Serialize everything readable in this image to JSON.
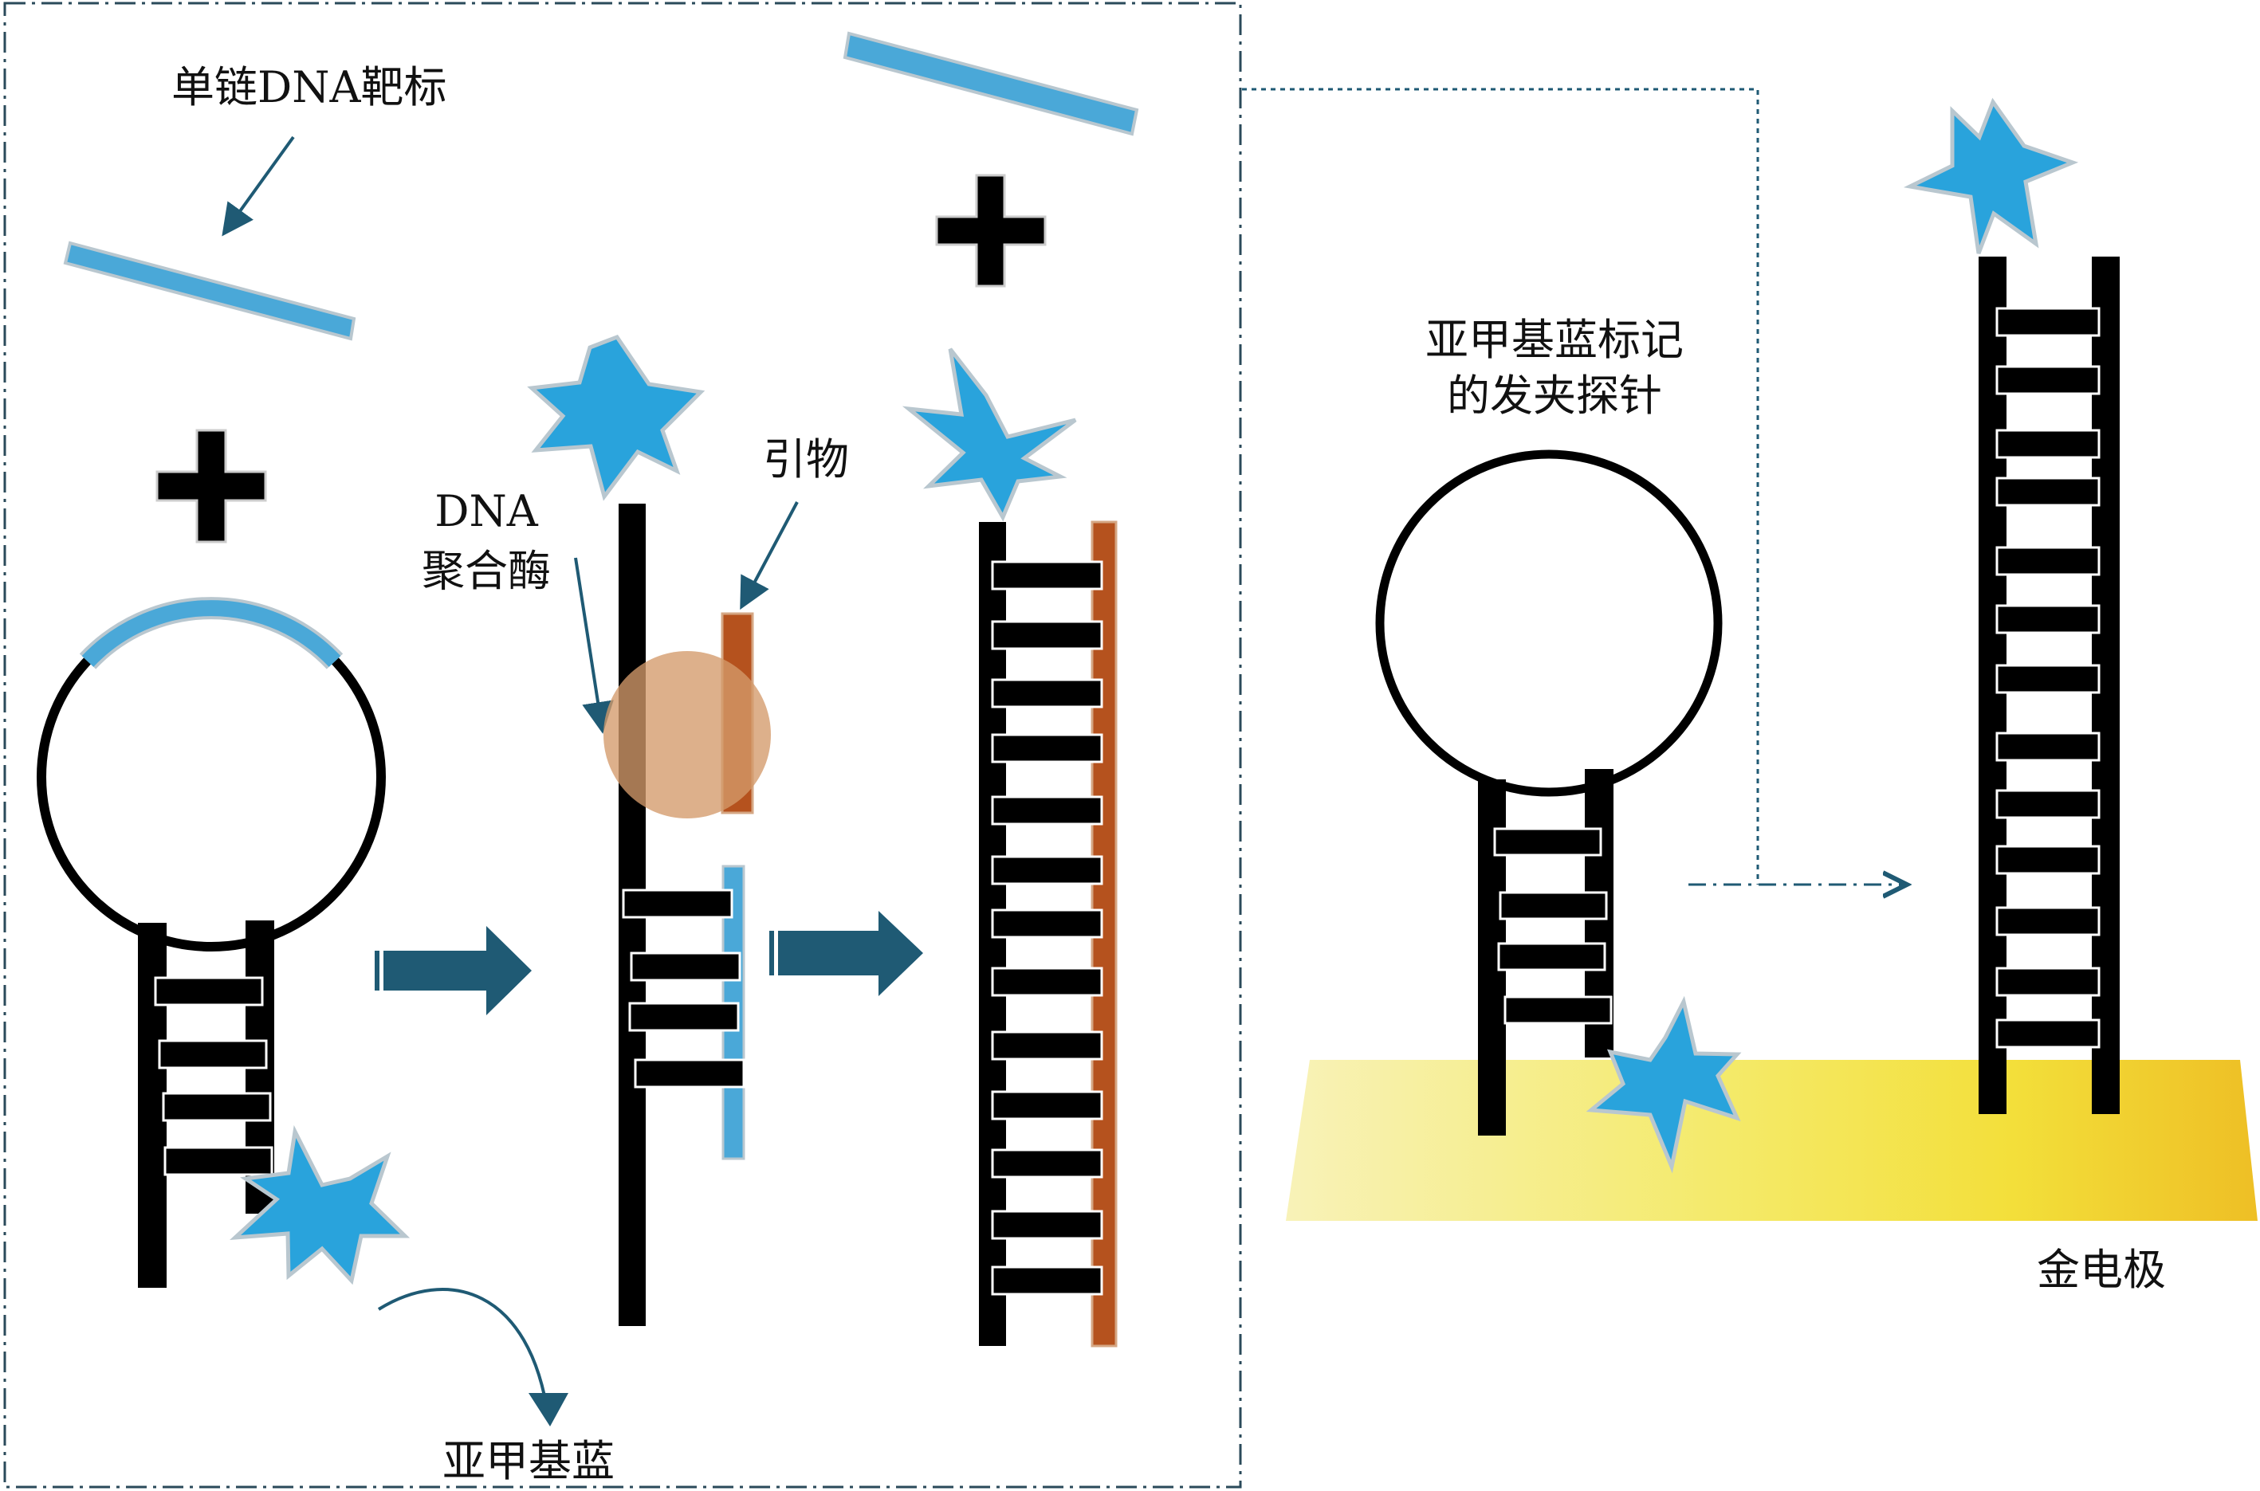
{
  "labels": {
    "ssdna_target": "单链DNA靶标",
    "dna_polymerase_line1": "DNA",
    "dna_polymerase_line2": "聚合酶",
    "primer": "引物",
    "methylene_blue": "亚甲基蓝",
    "hairpin_probe_line1": "亚甲基蓝标记",
    "hairpin_probe_line2": "的发夹探针",
    "gold_electrode": "金电极"
  },
  "colors": {
    "target_strand": "#4aa8d8",
    "methylene_blue_star": "#29a3dc",
    "primer": "#b5521e",
    "polymerase": "#d39a6a",
    "process_arrow": "#1f5a74",
    "pointer_arrow": "#1f5a74",
    "gold_light": "#f7ef9a",
    "gold_dark": "#f0c32a",
    "strand": "#000000"
  },
  "icons": [
    "plus-icon",
    "star-icon",
    "process-arrow-icon",
    "dashed-arrow-icon"
  ]
}
